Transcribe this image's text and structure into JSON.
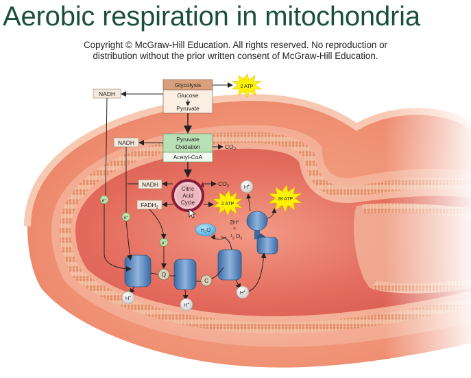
{
  "title": "Aerobic respiration in mitochondria",
  "copyright": {
    "line1": "Copyright © McGraw-Hill Education. All rights reserved. No reproduction or",
    "line2": "distribution without the prior written consent of McGraw-Hill Education."
  },
  "diagram": {
    "glycolysis": {
      "title": "Glycolysis",
      "input": "Glucose",
      "output": "Pyruvate"
    },
    "pyruvate_oxidation": {
      "title_line1": "Pyruvate",
      "title_line2": "Oxidation",
      "output": "Acetyl-CoA"
    },
    "citric_acid_cycle": {
      "line1": "Citric",
      "line2": "Acid",
      "line3": "Cycle"
    },
    "labels": {
      "nadh": "NADH",
      "fadh2": "FADH",
      "fadh2_sub": "2",
      "co2": "CO",
      "co2_sub": "2",
      "electron": "e",
      "electron_sup": "−",
      "proton": "H",
      "proton_sup": "+",
      "water": "H",
      "water_sub": "2",
      "water_o": "O",
      "two_h": "2H",
      "two_h_sup": "+",
      "plus": "+",
      "half_o2_num": "1",
      "half_o2_den": "2",
      "half_o2_o": "O",
      "half_o2_sub": "2",
      "q": "Q",
      "c": "C"
    },
    "atp": {
      "glycolysis": "2 ATP",
      "citric": "2 ATP",
      "synthase": "28 ATP"
    },
    "colors": {
      "glycolysis_header": "#d9a07c",
      "glycolysis_body": "#fbeee2",
      "pyruvate_ox": "#b9dfb5",
      "membrane": "#e4946f",
      "matrix": "#e46a5c",
      "outer": "#ee8d6e",
      "protein": "#5b86b8",
      "atp_star": "#fff200",
      "water": "#67b8e6"
    }
  }
}
